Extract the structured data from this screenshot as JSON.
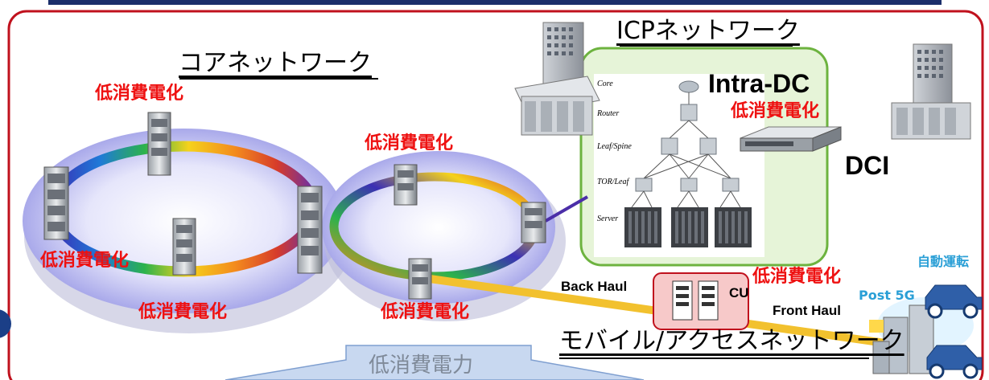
{
  "network": {
    "core_title": "コアネットワーク",
    "icp_title": "ICPネットワーク",
    "mobile_title": "モバイル/アクセスネットワーク",
    "intra_dc": "Intra-DC",
    "dci": "DCI",
    "back_haul": "Back Haul",
    "front_haul": "Front Haul",
    "cu": "CU",
    "post_5g": "Post 5G",
    "auto_driving": "自動運転",
    "bottom_arrow": "低消費電力"
  },
  "low_power_label": "低消費電化",
  "dc_tiers": [
    "Core",
    "Router",
    "Leaf/Spine",
    "TOR/Leaf",
    "Server"
  ],
  "colors": {
    "frame": "#c0111d",
    "accent_red": "#ee1111",
    "dc_fill": "#e6f4d8",
    "dc_border": "#6db33f",
    "ring_outer": "#b9b9ef",
    "haul_line": "#f2c12e",
    "arrow_fill": "#c8d8f0",
    "cu_fill": "#f7c9c9"
  }
}
